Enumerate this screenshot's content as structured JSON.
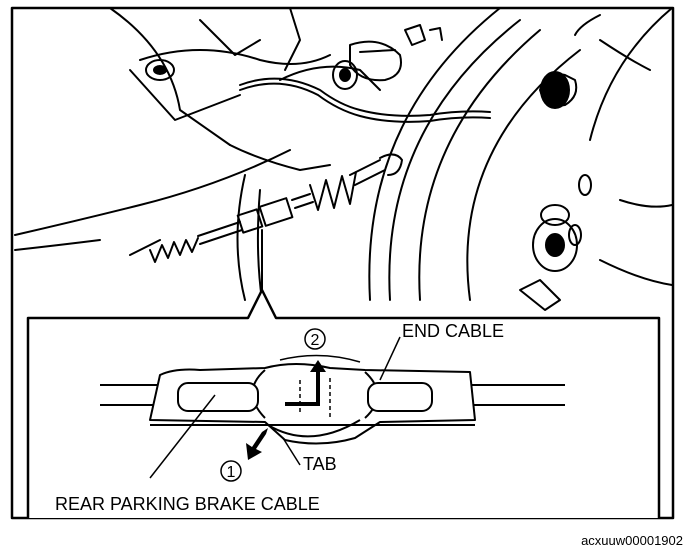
{
  "labels": {
    "end_cable": "END CABLE",
    "tab": "TAB",
    "rear_cable": "REAR PARKING BRAKE CABLE",
    "step1": "1",
    "step2": "2"
  },
  "image_code": "acxuuw00001902"
}
